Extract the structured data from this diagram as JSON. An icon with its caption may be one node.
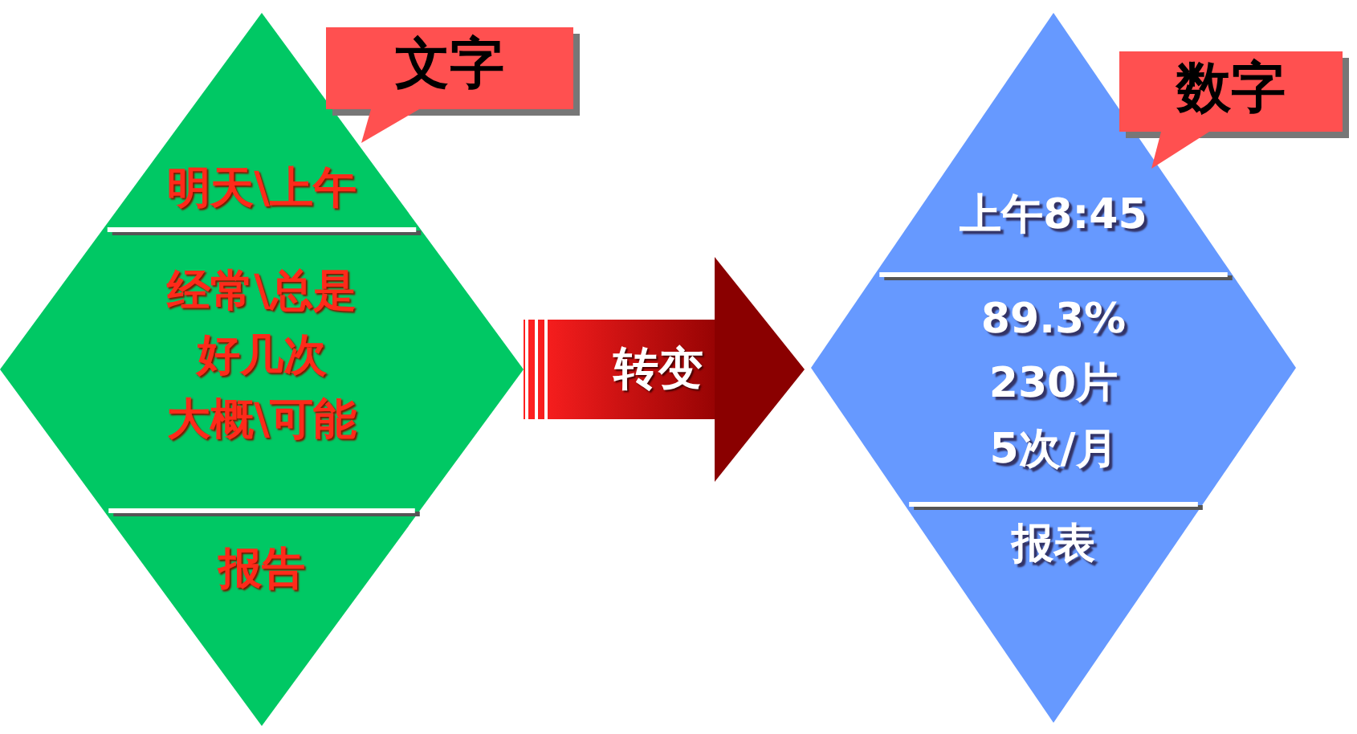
{
  "diagram": {
    "nodes": [
      {
        "text": [
          "明天\\上午",
          "经常\\总是",
          "好几次",
          "大概\\可能",
          "报告"
        ]
      },
      {
        "text": [
          "文字"
        ]
      },
      {
        "text": [
          "上午8:45",
          "89.3%",
          "230片",
          "5次/月",
          "报表"
        ]
      },
      {
        "text": [
          "数字"
        ]
      }
    ],
    "edges": [
      {
        "from": 0,
        "to": 2,
        "arrow": "to",
        "label": "转变"
      }
    ]
  }
}
